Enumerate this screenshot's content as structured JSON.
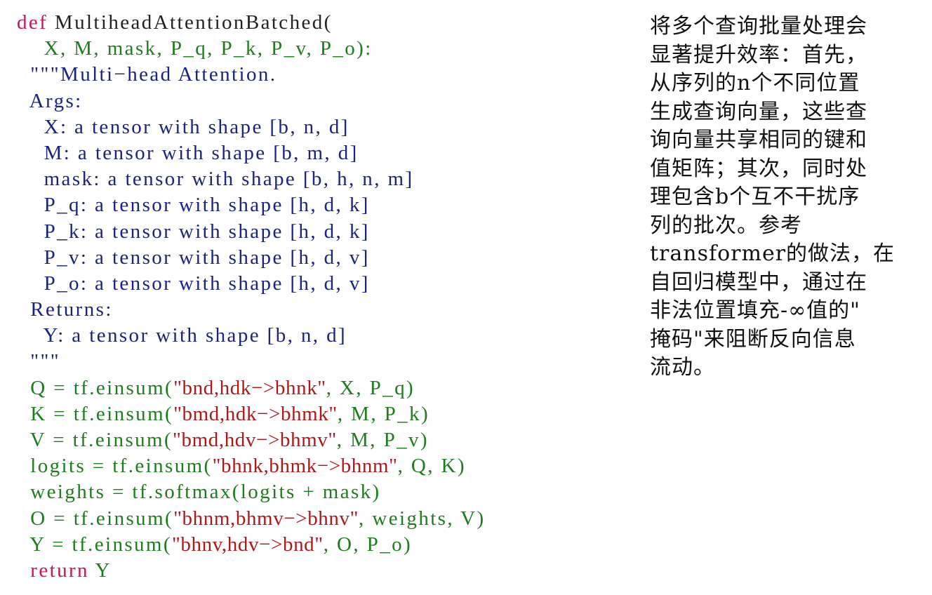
{
  "code_lines": [
    [
      {
        "c": "kw",
        "t": "def "
      },
      {
        "c": "nm",
        "t": "MultiheadAttentionBatched("
      }
    ],
    [
      {
        "c": "gr",
        "t": "    X, M, mask, P_q, P_k, P_v, P_o):"
      }
    ],
    [
      {
        "c": "dc",
        "t": "  \"\"\"Multi−head Attention."
      }
    ],
    [
      {
        "c": "dc",
        "t": "  Args:"
      }
    ],
    [
      {
        "c": "dc",
        "t": "    X: a tensor with shape [b, n, d]"
      }
    ],
    [
      {
        "c": "dc",
        "t": "    M: a tensor with shape [b, m, d]"
      }
    ],
    [
      {
        "c": "dc",
        "t": "    mask: a tensor with shape [b, h, n, m]"
      }
    ],
    [
      {
        "c": "dc",
        "t": "    P_q: a tensor with shape [h, d, k]"
      }
    ],
    [
      {
        "c": "dc",
        "t": "    P_k: a tensor with shape [h, d, k]"
      }
    ],
    [
      {
        "c": "dc",
        "t": "    P_v: a tensor with shape [h, d, v]"
      }
    ],
    [
      {
        "c": "dc",
        "t": "    P_o: a tensor with shape [h, d, v]"
      }
    ],
    [
      {
        "c": "dc",
        "t": "  Returns:"
      }
    ],
    [
      {
        "c": "dc",
        "t": "    Y: a tensor with shape [b, n, d]"
      }
    ],
    [
      {
        "c": "dc",
        "t": "  \"\"\""
      }
    ],
    [
      {
        "c": "gr",
        "t": "  Q = tf.einsum("
      },
      {
        "c": "st",
        "t": "\"bnd,hdk−>bhnk\""
      },
      {
        "c": "gr",
        "t": ", X, P_q)"
      }
    ],
    [
      {
        "c": "gr",
        "t": "  K = tf.einsum("
      },
      {
        "c": "st",
        "t": "\"bmd,hdk−>bhmk\""
      },
      {
        "c": "gr",
        "t": ", M, P_k)"
      }
    ],
    [
      {
        "c": "gr",
        "t": "  V = tf.einsum("
      },
      {
        "c": "st",
        "t": "\"bmd,hdv−>bhmv\""
      },
      {
        "c": "gr",
        "t": ", M, P_v)"
      }
    ],
    [
      {
        "c": "gr",
        "t": "  logits = tf.einsum("
      },
      {
        "c": "st",
        "t": "\"bhnk,bhmk−>bhnm\""
      },
      {
        "c": "gr",
        "t": ", Q, K)"
      }
    ],
    [
      {
        "c": "gr",
        "t": "  weights = tf.softmax(logits + mask)"
      }
    ],
    [
      {
        "c": "gr",
        "t": "  O = tf.einsum("
      },
      {
        "c": "st",
        "t": "\"bhnm,bhmv−>bhnv\""
      },
      {
        "c": "gr",
        "t": ", weights, V)"
      }
    ],
    [
      {
        "c": "gr",
        "t": "  Y = tf.einsum("
      },
      {
        "c": "st",
        "t": "\"bhnv,hdv−>bnd\""
      },
      {
        "c": "gr",
        "t": ", O, P_o)"
      }
    ],
    [
      {
        "c": "kw",
        "t": "  return "
      },
      {
        "c": "gr",
        "t": "Y"
      }
    ]
  ],
  "side_lines": [
    "将多个查询批量处理会",
    "显著提升效率：首先，",
    "从序列的n个不同位置",
    "生成查询向量，这些查",
    "询向量共享相同的键和",
    "值矩阵；其次，同时处",
    "理包含b个互不干扰序",
    "列的批次。参考",
    "transformer的做法，在",
    "自回归模型中，通过在",
    "非法位置填充-∞值的\"",
    "掩码\"来阻断反向信息",
    "流动。"
  ]
}
